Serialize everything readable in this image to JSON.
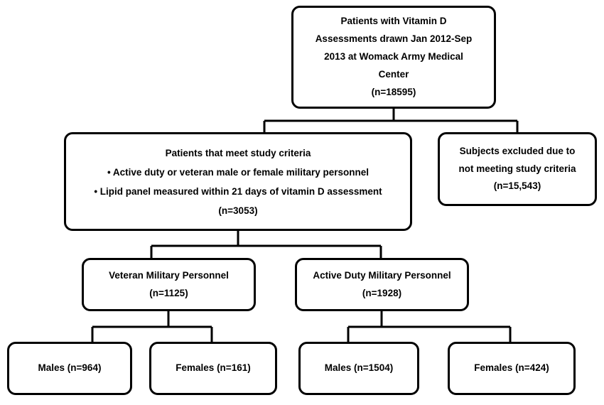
{
  "diagram": {
    "line_color": "#000000",
    "box_background": "#ffffff",
    "top": {
      "lines": [
        "Patients with Vitamin D",
        "Assessments drawn Jan 2012-Sep",
        "2013 at Womack Army Medical",
        "Center",
        "(n=18595)"
      ]
    },
    "criteria": {
      "lines": [
        "Patients that meet study criteria",
        "• Active duty or veteran male or female military personnel",
        "• Lipid panel measured within 21 days of vitamin D assessment",
        "(n=3053)"
      ]
    },
    "excluded": {
      "lines": [
        "Subjects excluded due to",
        "not meeting study criteria",
        "(n=15,543)"
      ]
    },
    "veteran": {
      "lines": [
        "Veteran Military Personnel",
        "(n=1125)"
      ]
    },
    "active_duty": {
      "lines": [
        "Active Duty Military Personnel",
        "(n=1928)"
      ]
    },
    "veteran_males": {
      "label": "Males (n=964)"
    },
    "veteran_females": {
      "label": "Females (n=161)"
    },
    "active_males": {
      "label": "Males (n=1504)"
    },
    "active_females": {
      "label": "Females (n=424)"
    }
  }
}
